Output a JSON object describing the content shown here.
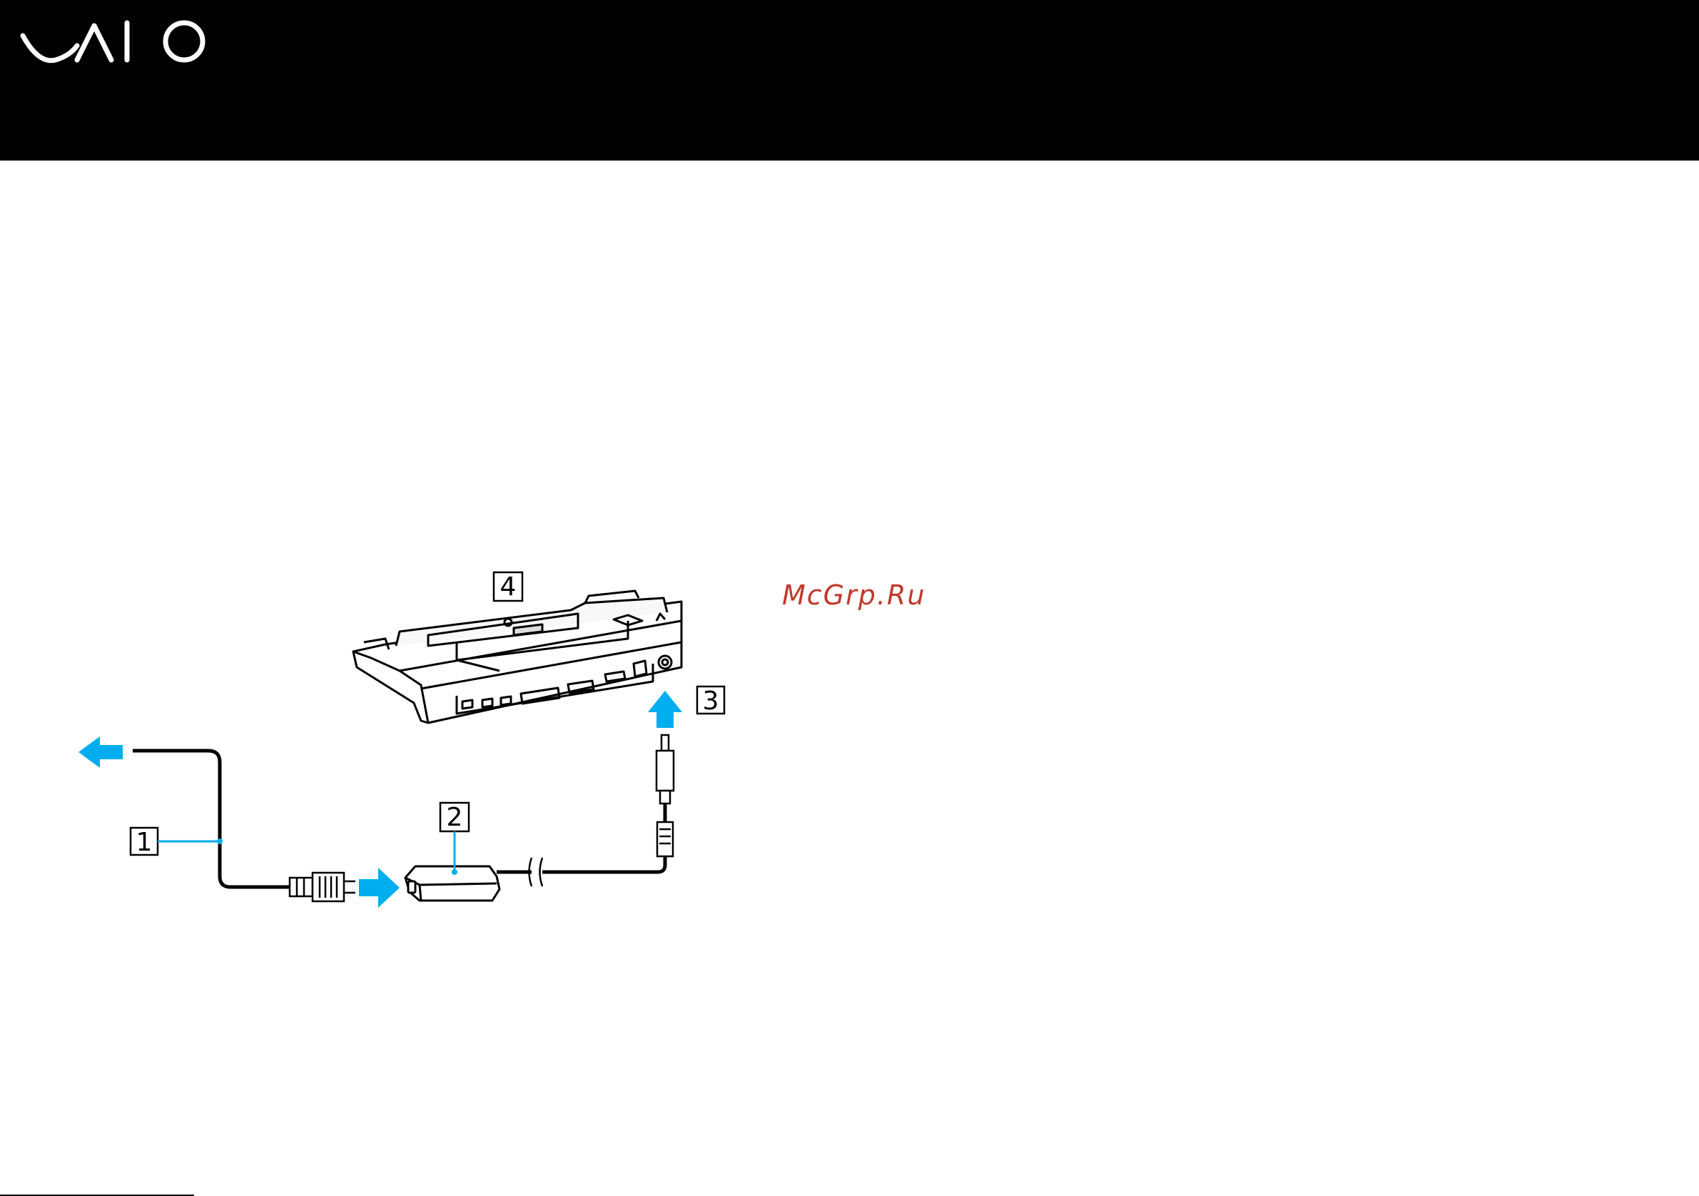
{
  "header": {
    "brand": "VAIO",
    "background_color": "#000000",
    "logo_color": "#ffffff"
  },
  "figure": {
    "callouts": [
      "1",
      "2",
      "3",
      "4"
    ],
    "arrow_color": "#00aeef"
  },
  "watermark": {
    "text": "McGrp.Ru",
    "color": "#c0392b"
  }
}
